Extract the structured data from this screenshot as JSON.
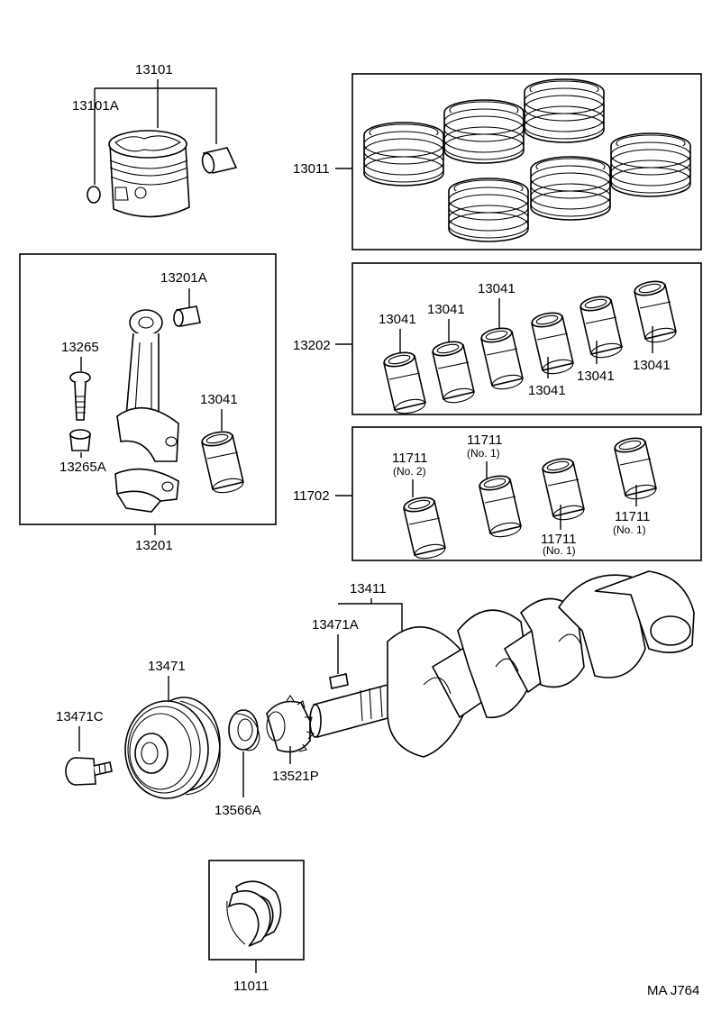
{
  "labels": {
    "piston": "13101",
    "piston_ring_clip": "13101A",
    "ring_set": "13011",
    "rod_assembly": "13201",
    "rod_bushing": "13201A",
    "rod_bolt": "13265",
    "rod_nut": "13265A",
    "rod_bearing_single": "13041",
    "rod_bearing_set": "13202",
    "rb1": "13041",
    "rb2": "13041",
    "rb3": "13041",
    "rb4": "13041",
    "rb5": "13041",
    "rb6": "13041",
    "main_bearing_set": "11702",
    "mb1": "11711",
    "mb1_sub": "(No. 2)",
    "mb2": "11711",
    "mb2_sub": "(No. 1)",
    "mb3": "11711",
    "mb3_sub": "(No. 1)",
    "mb4": "11711",
    "mb4_sub": "(No. 1)",
    "crankshaft": "13411",
    "crank_key": "13471A",
    "pulley": "13471",
    "pulley_bolt": "13471C",
    "washer": "13566A",
    "timing_gear": "13521P",
    "thrust_washer": "11011",
    "code": "MA J764"
  },
  "colors": {
    "line": "#000000",
    "background": "#ffffff"
  }
}
